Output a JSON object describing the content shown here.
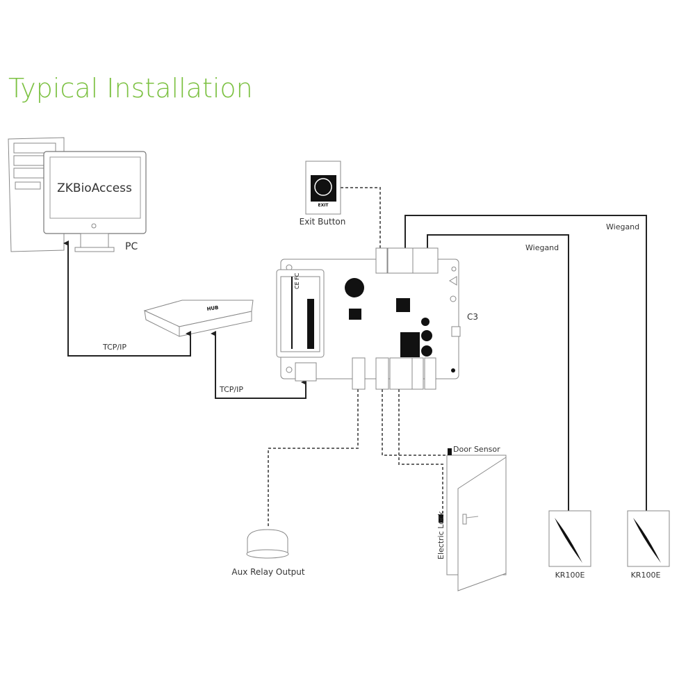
{
  "title": "Typical Installation",
  "colors": {
    "title": "#7cc142",
    "wire": "#222222"
  },
  "pc": {
    "software": "ZKBioAccess",
    "label": "PC"
  },
  "hub": {
    "label": "HUB"
  },
  "links": {
    "pc_hub": "TCP/IP",
    "hub_controller": "TCP/IP"
  },
  "exit_button": {
    "face": "EXIT",
    "label": "Exit Button"
  },
  "controller": {
    "label": "C3",
    "marks": "CE FC"
  },
  "wiegand": {
    "outer": "Wiegand",
    "inner": "Wiegand"
  },
  "aux": {
    "label": "Aux Relay Output"
  },
  "door": {
    "sensor": "Door Sensor",
    "lock": "Electric Lock"
  },
  "readers": [
    {
      "label": "KR100E"
    },
    {
      "label": "KR100E"
    }
  ]
}
